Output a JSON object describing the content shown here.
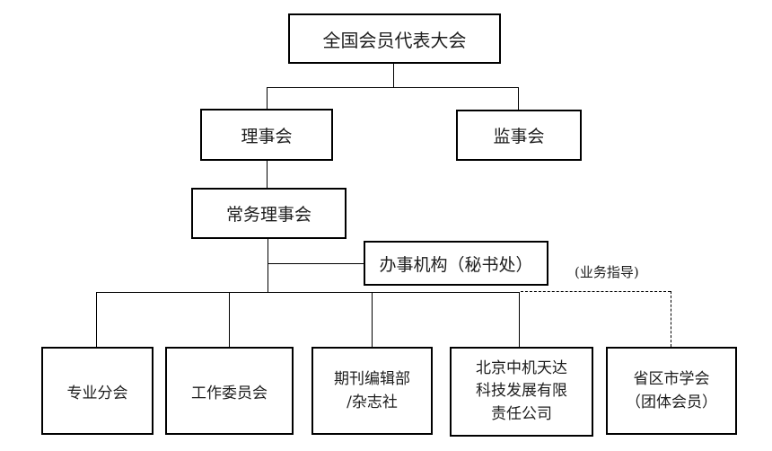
{
  "colors": {
    "background": "#ffffff",
    "line": "#000000",
    "text": "#1d1d1d"
  },
  "org_chart": {
    "nodes": {
      "congress": {
        "lines": [
          "全国会员代表大会"
        ]
      },
      "council": {
        "lines": [
          "理事会"
        ]
      },
      "supervisors": {
        "lines": [
          "监事会"
        ]
      },
      "standing": {
        "lines": [
          "常务理事会"
        ]
      },
      "office": {
        "lines": [
          "办事机构（秘书处）"
        ]
      },
      "branch": {
        "lines": [
          "专业分会"
        ]
      },
      "committee": {
        "lines": [
          "工作委员会"
        ]
      },
      "editorial": {
        "lines": [
          "期刊编辑部",
          "/杂志社"
        ]
      },
      "company": {
        "lines": [
          "北京中机天达",
          "科技发展有限",
          "责任公司"
        ]
      },
      "local": {
        "lines": [
          "省区市学会",
          "（团体会员）"
        ]
      }
    },
    "annotations": {
      "guidance": "(业务指导)"
    }
  }
}
